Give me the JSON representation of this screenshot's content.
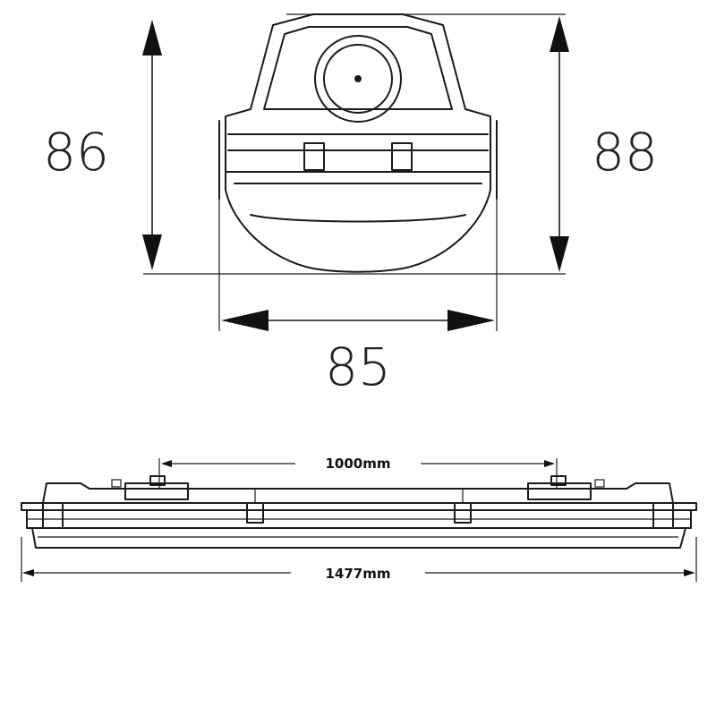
{
  "cross_section": {
    "height_left_label": "86",
    "height_right_label": "88",
    "width_label": "85"
  },
  "side_view": {
    "mount_spacing_label": "1000mm",
    "overall_length_label": "1477mm"
  }
}
